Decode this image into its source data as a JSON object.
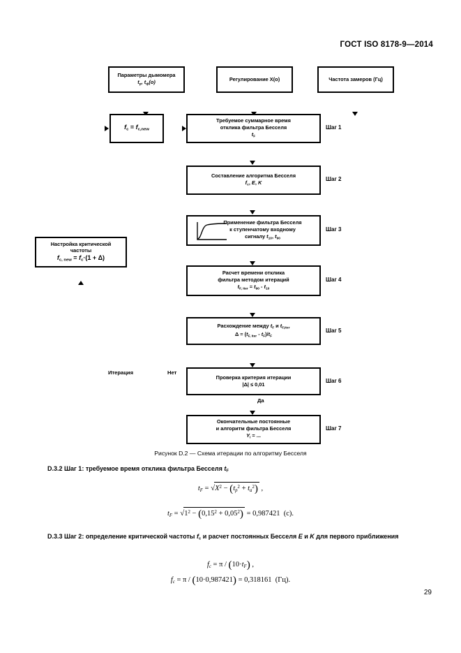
{
  "document": {
    "header": "ГОСТ ISO 8178-9—2014",
    "page_number": "29"
  },
  "figure": {
    "caption": "Рисунок D.2 — Схема итерации по алгоритму Бесселя",
    "inputs": [
      {
        "line1": "Параметры дымомера",
        "line2": "tp, tф(o)"
      },
      {
        "line1": "Регулирование X(o)",
        "line2": ""
      },
      {
        "line1": "Частота замеров (Гц)",
        "line2": ""
      }
    ],
    "feedback_box": {
      "line1": "fc = fc,new"
    },
    "tuning_box": {
      "line1": "Настройка критической",
      "line2": "частоты",
      "line3": "fc,new = fc·(1 + Δ)"
    },
    "steps": [
      {
        "label": "Шаг 1",
        "line1": "Требуемое суммарное время",
        "line2": "отклика фильтра Бесселя",
        "line3": "tF"
      },
      {
        "label": "Шаг 2",
        "line1": "Составление алгоритма Бесселя",
        "line2": "fc, E, K",
        "line3": ""
      },
      {
        "label": "Шаг 3",
        "line1": "Применение фильтра Бесселя",
        "line2": "к ступенчатому входному",
        "line3": "сигналу t10, t90"
      },
      {
        "label": "Шаг 4",
        "line1": "Расчет времени отклика",
        "line2": "фильтра методом итераций",
        "line3": "tF, iter = t90 - t10"
      },
      {
        "label": "Шаг 5",
        "line1": "Расхождение между tF и tF,iter",
        "line2": "Δ = (tF, iter - tF)/tF",
        "line3": ""
      },
      {
        "label": "Шаг 6",
        "line1": "Проверка критерия итерации",
        "line2": "|Δ| ≤ 0,01",
        "line3": ""
      },
      {
        "label": "Шаг 7",
        "line1": "Окончательные постоянные",
        "line2": "и алгоритм фильтра Бесселя",
        "line3": "Yi = ..."
      }
    ],
    "edge_labels": {
      "iteration": "Итерация",
      "no": "Нет",
      "yes": "Да"
    }
  },
  "sections": [
    {
      "id": "d32",
      "heading": "D.3.2 Шаг 1: требуемое время отклика фильтра Бесселя tF",
      "formula_1": "tF = √(X² − (tp² + ta²)) ,",
      "formula_2": "tF = √(1² − (0,15² + 0,05²)) = 0,987421 (с)."
    },
    {
      "id": "d33",
      "heading": "D.3.3 Шаг 2: определение критической частоты fc и расчет постоянных Бесселя E и K для первого приближения",
      "formula_1": "fc = π / (10·tF) ,",
      "formula_2": "fc = π / (10·0,987421) = 0,318161 (Гц)."
    }
  ],
  "formula_values": {
    "X_exp": "2",
    "tp_exp": "2",
    "ta_exp": "2",
    "X_val": "1",
    "tp_val": "0,15",
    "ta_val": "0,05",
    "tF_result": "0,987421",
    "tF_unit": "(с).",
    "fc_factor": "10",
    "fc_result": "0,318161",
    "fc_unit": "(Гц)."
  }
}
